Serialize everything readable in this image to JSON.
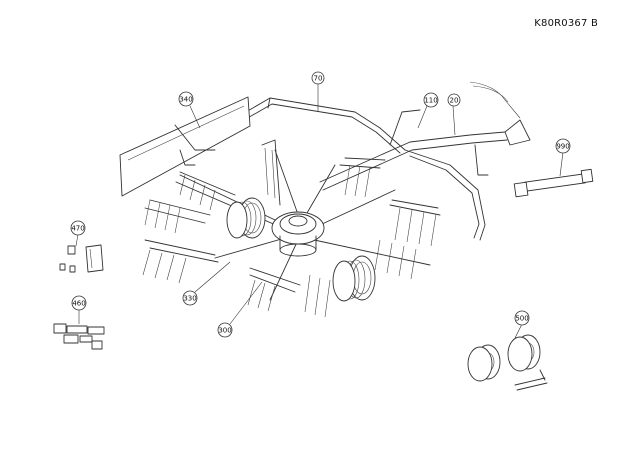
{
  "reference_code": "K80R0367 B",
  "callouts": [
    {
      "label": "70"
    },
    {
      "label": "110"
    },
    {
      "label": "20"
    },
    {
      "label": "340"
    },
    {
      "label": "990"
    },
    {
      "label": "470"
    },
    {
      "label": "460"
    },
    {
      "label": "330"
    },
    {
      "label": "300"
    },
    {
      "label": "500"
    }
  ]
}
